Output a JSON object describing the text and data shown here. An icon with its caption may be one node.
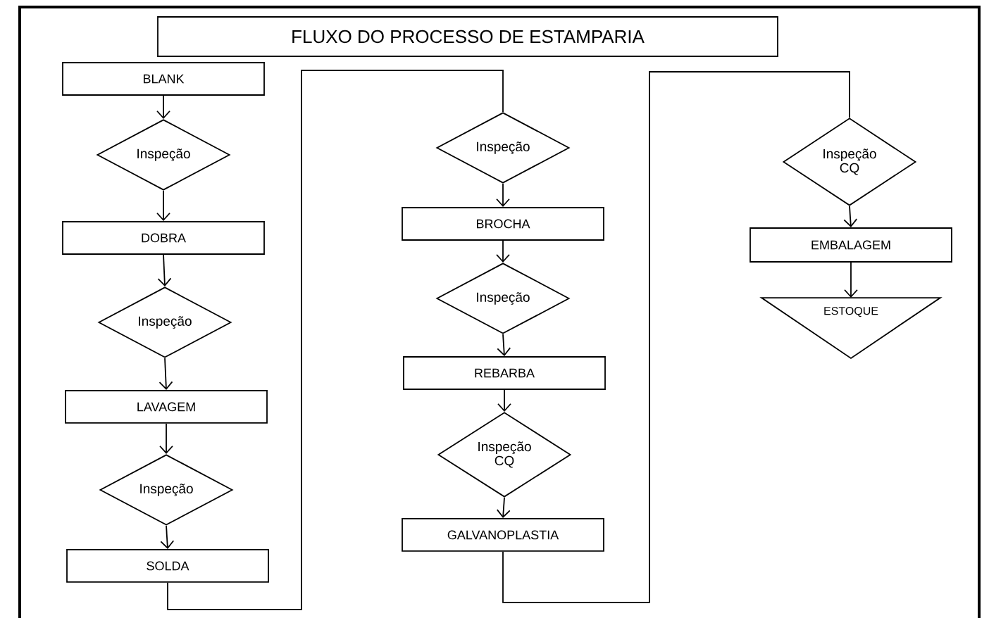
{
  "diagram": {
    "title": "FLUXO DO PROCESSO DE ESTAMPARIA",
    "nodes": [
      {
        "text": [
          "BLANK"
        ]
      },
      {
        "text": [
          "Inspeção"
        ]
      },
      {
        "text": [
          "DOBRA"
        ]
      },
      {
        "text": [
          "Inspeção"
        ]
      },
      {
        "text": [
          "LAVAGEM"
        ]
      },
      {
        "text": [
          "Inspeção"
        ]
      },
      {
        "text": [
          "SOLDA"
        ]
      },
      {
        "text": [
          "Inspeção"
        ]
      },
      {
        "text": [
          "BROCHA"
        ]
      },
      {
        "text": [
          "Inspeção"
        ]
      },
      {
        "text": [
          "REBARBA"
        ]
      },
      {
        "text": [
          "Inspeção CQ"
        ]
      },
      {
        "text": [
          "GALVANOPLASTIA"
        ]
      },
      {
        "text": [
          "Inspeção CQ"
        ]
      },
      {
        "text": [
          "EMBALAGEM"
        ]
      },
      {
        "text": [
          "ESTOQUE"
        ]
      }
    ],
    "edges": [
      {
        "from": 0,
        "to": 1,
        "arrow": "to"
      },
      {
        "from": 1,
        "to": 2,
        "arrow": "to"
      },
      {
        "from": 2,
        "to": 3,
        "arrow": "to"
      },
      {
        "from": 3,
        "to": 4,
        "arrow": "to"
      },
      {
        "from": 4,
        "to": 5,
        "arrow": "to"
      },
      {
        "from": 5,
        "to": 6,
        "arrow": "to"
      },
      {
        "from": 6,
        "to": 7,
        "arrow": "none"
      },
      {
        "from": 7,
        "to": 8,
        "arrow": "to"
      },
      {
        "from": 8,
        "to": 9,
        "arrow": "to"
      },
      {
        "from": 9,
        "to": 10,
        "arrow": "to"
      },
      {
        "from": 10,
        "to": 11,
        "arrow": "to"
      },
      {
        "from": 11,
        "to": 12,
        "arrow": "to"
      },
      {
        "from": 12,
        "to": 13,
        "arrow": "none"
      },
      {
        "from": 13,
        "to": 14,
        "arrow": "to"
      },
      {
        "from": 14,
        "to": 15,
        "arrow": "to"
      }
    ]
  }
}
